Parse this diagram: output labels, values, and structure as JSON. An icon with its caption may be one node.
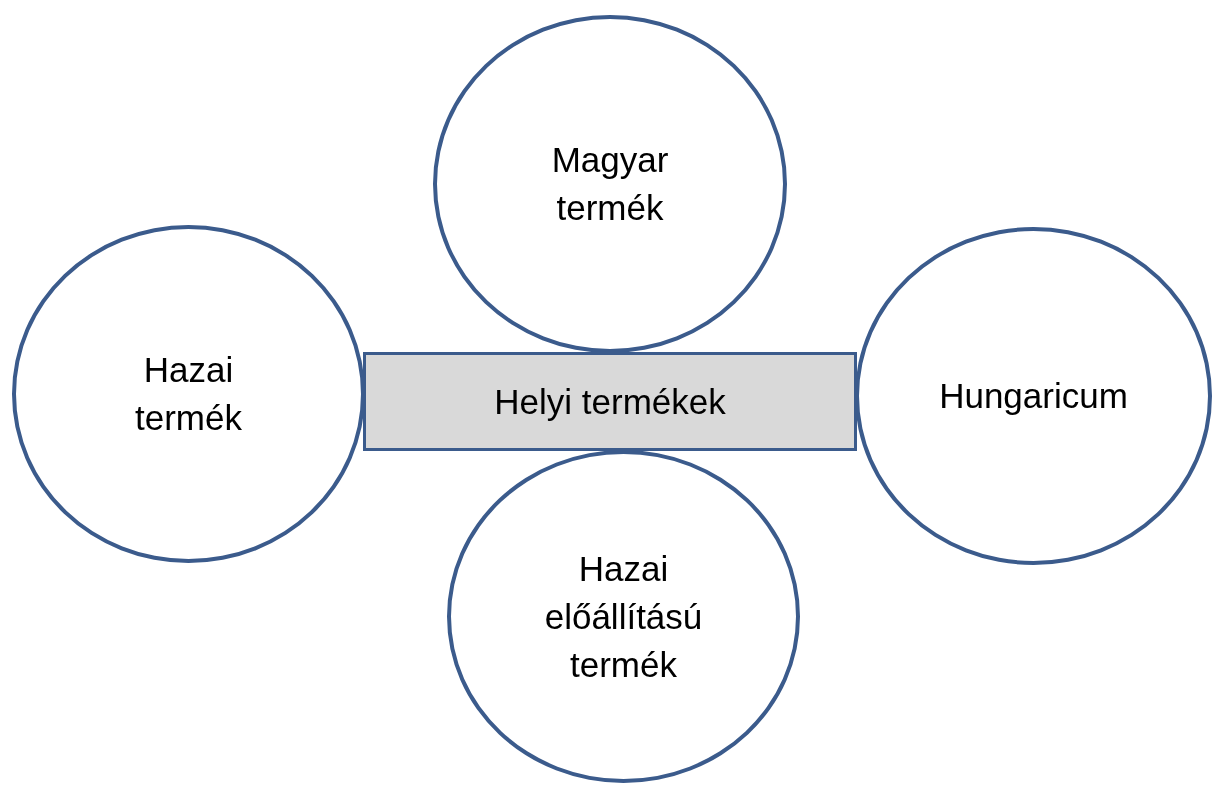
{
  "diagram": {
    "nodes": [
      {
        "text": [
          "Magyar termék"
        ]
      },
      {
        "text": [
          "Hazai termék"
        ]
      },
      {
        "text": [
          "Helyi termékek"
        ]
      },
      {
        "text": [
          "Hungaricum"
        ]
      },
      {
        "text": [
          "Hazai előállítású termék"
        ]
      }
    ]
  }
}
